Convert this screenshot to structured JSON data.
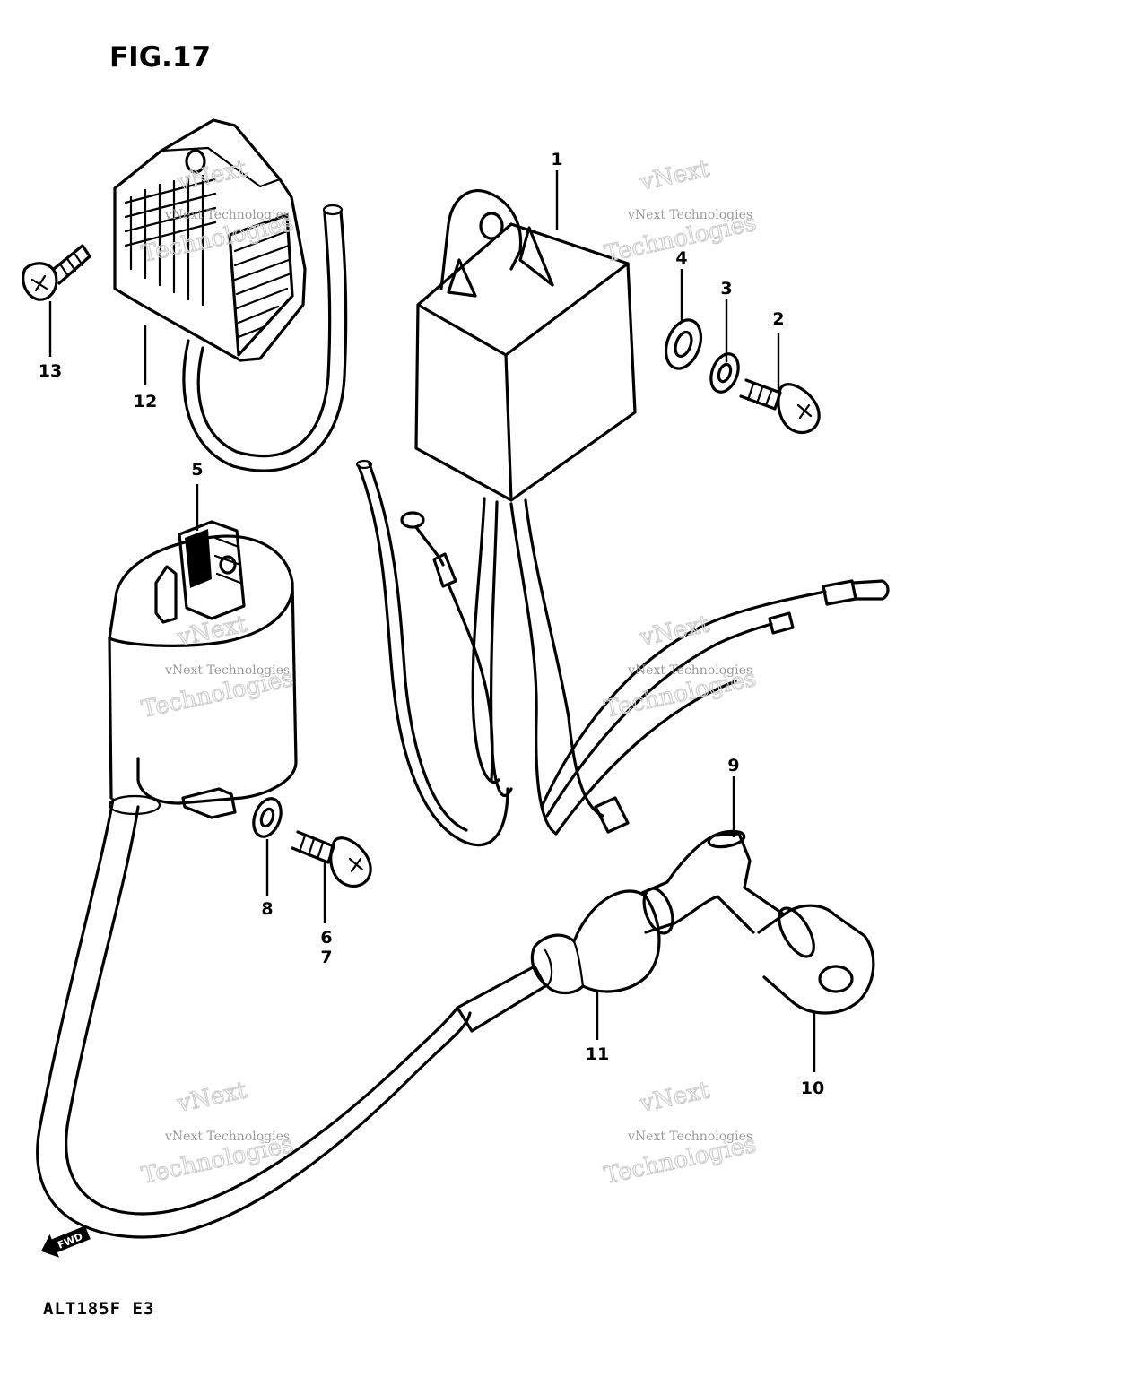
{
  "figure": {
    "title": "FIG.17",
    "model_code": "ALT185F E3"
  },
  "callouts": [
    {
      "id": "1",
      "part": "cdi-unit"
    },
    {
      "id": "2",
      "part": "screw"
    },
    {
      "id": "3",
      "part": "lock-washer"
    },
    {
      "id": "4",
      "part": "washer"
    },
    {
      "id": "5",
      "part": "ignition-coil"
    },
    {
      "id": "6",
      "part": "screw"
    },
    {
      "id": "7",
      "part": "screw"
    },
    {
      "id": "8",
      "part": "lock-washer"
    },
    {
      "id": "9",
      "part": "spark-plug-cap"
    },
    {
      "id": "10",
      "part": "cap-end-seal"
    },
    {
      "id": "11",
      "part": "cap-boot"
    },
    {
      "id": "12",
      "part": "regulator-rectifier"
    },
    {
      "id": "13",
      "part": "screw"
    }
  ],
  "watermark": {
    "line1": "vNext Technologies",
    "line2": "vNext",
    "line3": "Technologies"
  },
  "direction_marker": {
    "label": "FWD"
  }
}
